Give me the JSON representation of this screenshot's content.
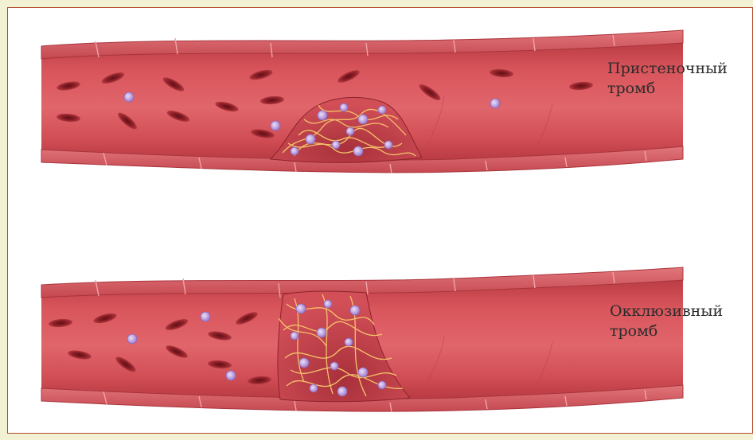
{
  "panels": {
    "parietal": {
      "label_line1": "Пристеночный",
      "label_line2": "тромб"
    },
    "occlusive": {
      "label_line1": "Окклюзивный",
      "label_line2": "тромб"
    }
  },
  "colors": {
    "vessel_wall": "#c8464c",
    "vessel_lumen": "#d9535a",
    "red_cell": "#8c1f26",
    "platelet": "#c9a3e0",
    "fibrin": "#f2c36b",
    "frame_border": "#b14a2a",
    "background": "#f3f1d4"
  }
}
